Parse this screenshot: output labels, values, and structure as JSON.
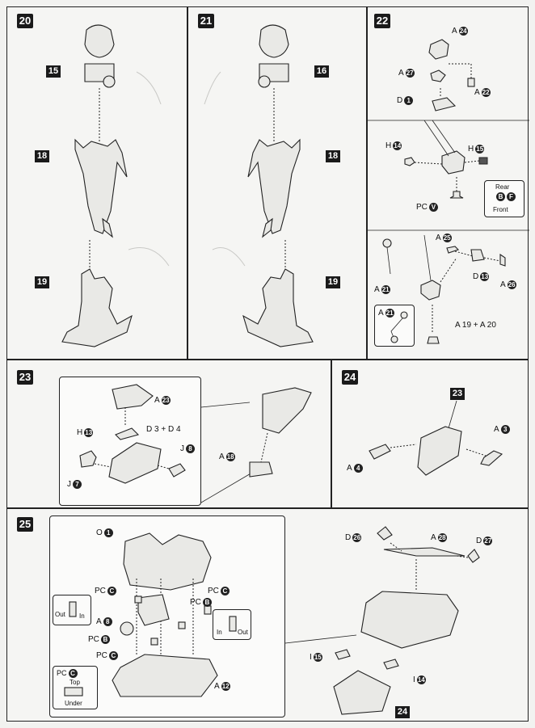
{
  "steps": {
    "s20": {
      "num": "20",
      "tags": [
        "15",
        "18",
        "19"
      ]
    },
    "s21": {
      "num": "21",
      "tags": [
        "16",
        "18",
        "19"
      ]
    },
    "s22": {
      "num": "22",
      "top": {
        "a24": "A",
        "a27": "A",
        "a22": "A",
        "d1": "D"
      },
      "mid": {
        "h14": "H",
        "h15": "H",
        "pc": "PC",
        "rear": "Rear",
        "front": "Front"
      },
      "bot": {
        "a25": "A",
        "d13": "D",
        "a26": "A",
        "a21": "A",
        "a19a20": "A 19 + A 20",
        "inset_a": "A"
      }
    },
    "s23": {
      "num": "23",
      "a23": "A",
      "h13": "H",
      "d3d4": "D 3 + D 4",
      "j8": "J",
      "j7": "J",
      "a18": "A"
    },
    "s24": {
      "num": "24",
      "tag": "23",
      "a3": "A",
      "a4": "A"
    },
    "s25": {
      "num": "25",
      "o1": "O",
      "pc_c_top": "PC",
      "pc_b_left": "PC",
      "pc_c_left": "PC",
      "a8": "A",
      "pc_b_mid": "PC",
      "pc_c_right": "PC",
      "a12": "A",
      "out_left": "Out",
      "in_left": "In",
      "in_right": "In",
      "out_right": "Out",
      "legend_pc": "PC",
      "legend_top": "Top",
      "legend_under": "Under",
      "d26": "D",
      "a28": "A",
      "d27": "D",
      "i15": "I",
      "i14": "I",
      "tag24": "24"
    }
  },
  "circled": {
    "a24": "24",
    "a27": "27",
    "a22": "22",
    "d1": "1",
    "h14": "14",
    "h15": "15",
    "pc_v": "V",
    "a25": "25",
    "d13": "13",
    "a26": "26",
    "a21": "21",
    "inset_a21": "21",
    "a23": "23",
    "h13": "13",
    "j8": "8",
    "j7": "7",
    "a18": "18",
    "a3": "3",
    "a4": "4",
    "o1": "1",
    "pc_c": "C",
    "pc_b": "B",
    "a8": "8",
    "a12": "12",
    "d26": "26",
    "a28": "28",
    "d27": "27",
    "i15": "15",
    "i14": "14",
    "front_letter": "F",
    "rear_letter": "B"
  }
}
